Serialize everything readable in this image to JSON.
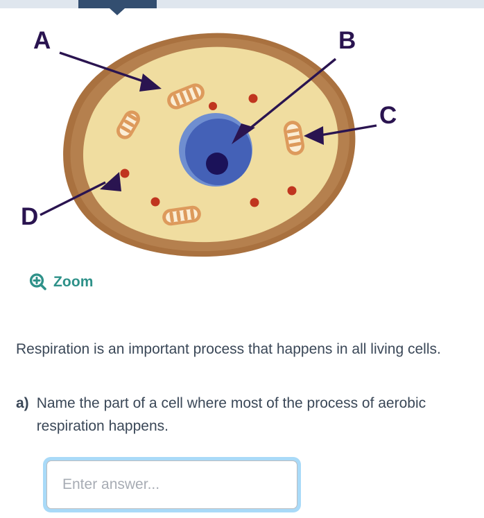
{
  "topbar": {
    "tab_label": "",
    "background_color": "#dfe6ee",
    "tab_color": "#334e70"
  },
  "diagram": {
    "alt_name": "animal-cell-diagram",
    "labels": [
      {
        "id": "A",
        "text": "A",
        "points_to": "cytoplasm"
      },
      {
        "id": "B",
        "text": "B",
        "points_to": "nucleus"
      },
      {
        "id": "C",
        "text": "C",
        "points_to": "mitochondrion"
      },
      {
        "id": "D",
        "text": "D",
        "points_to": "ribosome"
      }
    ],
    "colors": {
      "membrane": "#a9713f",
      "membrane_inner": "#b5804e",
      "cytoplasm": "#f0dda0",
      "nucleus_halo": "#6f8ed0",
      "nucleus": "#4461b7",
      "nucleolus": "#1b1259",
      "mitochondria_outline": "#dd9a5c",
      "mitochondria_fill": "#fbeed6",
      "ribosome": "#c0351f",
      "label_color": "#2a1450"
    }
  },
  "zoom_control": {
    "icon": "magnifier-plus-icon",
    "label": "Zoom",
    "color": "#2e9189"
  },
  "content": {
    "intro": "Respiration is an important process that happens in all living cells.",
    "text_color": "#3a4757"
  },
  "question": {
    "marker": "a)",
    "text": "Name the part of a cell where most of the process of aerobic respiration happens."
  },
  "answer": {
    "value": "",
    "placeholder": "Enter answer...",
    "focus_ring_color": "#a9daf8"
  }
}
